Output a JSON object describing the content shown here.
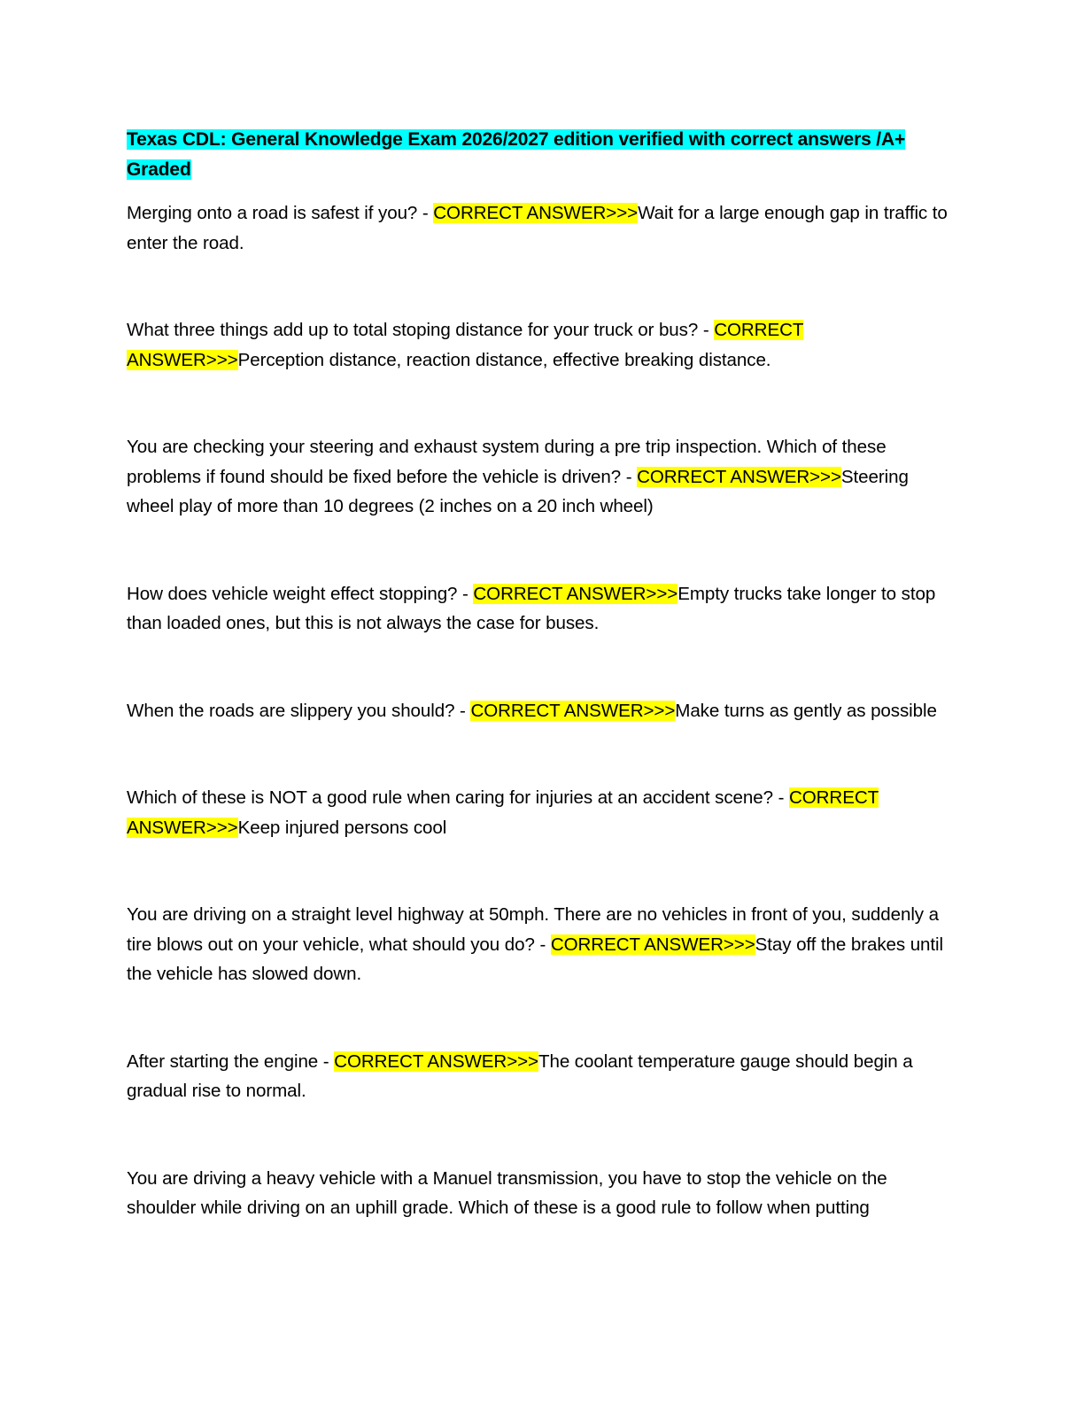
{
  "document": {
    "title": "Texas CDL: General Knowledge Exam 2026/2027 edition verified with correct answers /A+ Graded",
    "title_highlight_color": "#00ffff",
    "answer_highlight_color": "#ffff00",
    "answer_marker": "CORRECT ANSWER>>>",
    "items": [
      {
        "question": "Merging onto a road is safest if you? - ",
        "answer": "Wait for a large enough gap in traffic to enter the road."
      },
      {
        "question": "What three things add up to total stoping distance for your truck or bus? - ",
        "answer": "Perception distance, reaction distance, effective breaking distance."
      },
      {
        "question": "You are checking your steering and exhaust system during a pre trip inspection. Which of these problems if found should be fixed before the vehicle is driven? - ",
        "answer": "Steering wheel play of more than 10 degrees (2 inches on a 20 inch wheel)"
      },
      {
        "question": "How does vehicle weight effect stopping? - ",
        "answer": "Empty trucks take longer to stop than loaded ones, but this is not always the case for buses."
      },
      {
        "question": "When the roads are slippery you should? - ",
        "answer": "Make turns as gently as possible"
      },
      {
        "question": "Which of these is NOT a good rule when caring for injuries at an accident scene? - ",
        "answer": "Keep injured persons cool"
      },
      {
        "question": "You are driving on a straight level highway at 50mph. There are no vehicles in front of you, suddenly a tire blows out on your vehicle, what should you do? - ",
        "answer": "Stay off the brakes until the vehicle has slowed down."
      },
      {
        "question": "After starting the engine - ",
        "answer": "The coolant temperature gauge should begin a gradual rise to normal."
      },
      {
        "question": "You are driving a heavy vehicle with a Manuel transmission, you have to stop the vehicle on the shoulder while driving on an uphill grade. Which of these is a good rule to follow when putting",
        "answer": ""
      }
    ]
  }
}
